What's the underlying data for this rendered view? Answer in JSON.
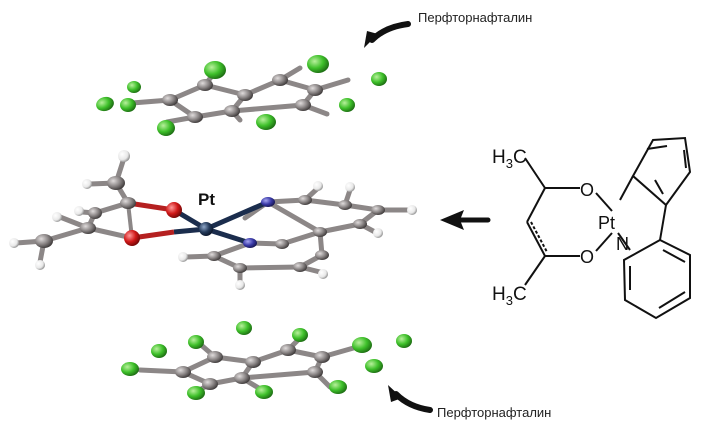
{
  "labels": {
    "top_molecule": "Перфторнафталин",
    "bottom_molecule": "Перфторнафталин",
    "metal": "Pt"
  },
  "structure_formula": {
    "methyl_top": "H3C",
    "methyl_bottom": "H3C",
    "oxygen": "O",
    "nitrogen": "N",
    "platinum": "Pt"
  },
  "colors": {
    "carbon": "#8a8585",
    "fluorine": "#3ec02a",
    "hydrogen": "#f2f2f2",
    "oxygen": "#d01818",
    "nitrogen": "#3a3aa8",
    "platinum": "#243a5a",
    "bond": "#1b2d4d"
  },
  "icons": [
    "curved-arrow-icon",
    "left-arrow-icon"
  ]
}
